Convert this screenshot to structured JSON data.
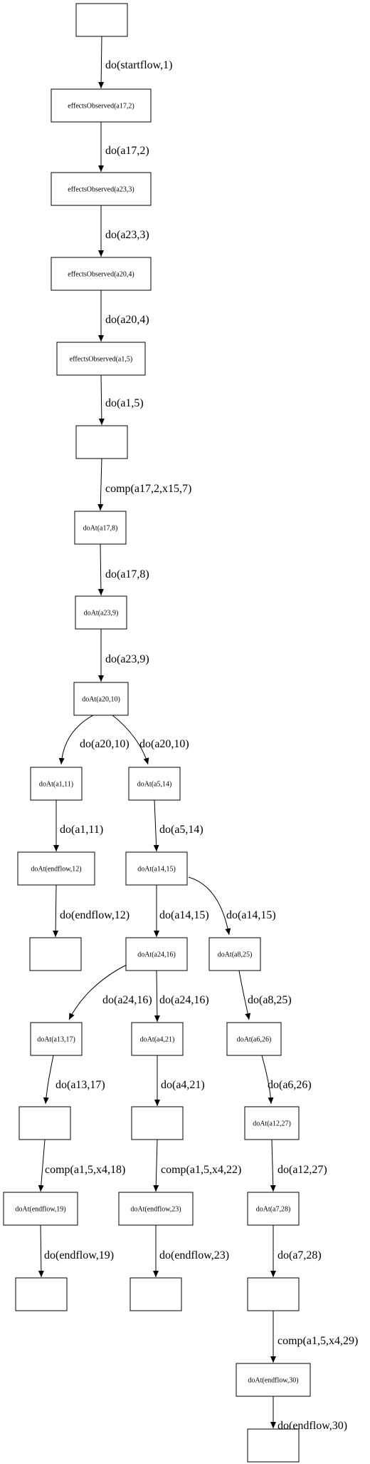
{
  "nodes": [
    {
      "id": "n0",
      "label": ""
    },
    {
      "id": "n1",
      "label": "effectsObserved(a17,2)"
    },
    {
      "id": "n2",
      "label": "effectsObserved(a23,3)"
    },
    {
      "id": "n3",
      "label": "effectsObserved(a20,4)"
    },
    {
      "id": "n4",
      "label": "effectsObserved(a1,5)"
    },
    {
      "id": "n5",
      "label": ""
    },
    {
      "id": "n6",
      "label": "doAt(a17,8)"
    },
    {
      "id": "n7",
      "label": "doAt(a23,9)"
    },
    {
      "id": "n8",
      "label": "doAt(a20,10)"
    },
    {
      "id": "n9",
      "label": "doAt(a1,11)"
    },
    {
      "id": "n10",
      "label": "doAt(a5,14)"
    },
    {
      "id": "n11",
      "label": "doAt(endflow,12)"
    },
    {
      "id": "n12",
      "label": "doAt(a14,15)"
    },
    {
      "id": "n13",
      "label": ""
    },
    {
      "id": "n14",
      "label": "doAt(a24,16)"
    },
    {
      "id": "n15",
      "label": "doAt(a8,25)"
    },
    {
      "id": "n16",
      "label": "doAt(a13,17)"
    },
    {
      "id": "n17",
      "label": "doAt(a4,21)"
    },
    {
      "id": "n18",
      "label": "doAt(a6,26)"
    },
    {
      "id": "n19",
      "label": ""
    },
    {
      "id": "n20",
      "label": ""
    },
    {
      "id": "n21",
      "label": "doAt(a12,27)"
    },
    {
      "id": "n22",
      "label": "doAt(endflow,19)"
    },
    {
      "id": "n23",
      "label": "doAt(endflow,23)"
    },
    {
      "id": "n24",
      "label": "doAt(a7,28)"
    },
    {
      "id": "n25",
      "label": ""
    },
    {
      "id": "n26",
      "label": ""
    },
    {
      "id": "n27",
      "label": ""
    },
    {
      "id": "n28",
      "label": "doAt(endflow,30)"
    },
    {
      "id": "n29",
      "label": ""
    }
  ],
  "edges": [
    {
      "from": "n0",
      "to": "n1",
      "label": "do(startflow,1)"
    },
    {
      "from": "n1",
      "to": "n2",
      "label": "do(a17,2)"
    },
    {
      "from": "n2",
      "to": "n3",
      "label": "do(a23,3)"
    },
    {
      "from": "n3",
      "to": "n4",
      "label": "do(a20,4)"
    },
    {
      "from": "n4",
      "to": "n5",
      "label": "do(a1,5)"
    },
    {
      "from": "n5",
      "to": "n6",
      "label": "comp(a17,2,x15,7)"
    },
    {
      "from": "n6",
      "to": "n7",
      "label": "do(a17,8)"
    },
    {
      "from": "n7",
      "to": "n8",
      "label": "do(a23,9)"
    },
    {
      "from": "n8",
      "to": "n9",
      "label": "do(a20,10)"
    },
    {
      "from": "n8",
      "to": "n10",
      "label": "do(a20,10)"
    },
    {
      "from": "n9",
      "to": "n11",
      "label": "do(a1,11)"
    },
    {
      "from": "n10",
      "to": "n12",
      "label": "do(a5,14)"
    },
    {
      "from": "n11",
      "to": "n13",
      "label": "do(endflow,12)"
    },
    {
      "from": "n12",
      "to": "n14",
      "label": "do(a14,15)"
    },
    {
      "from": "n12",
      "to": "n15",
      "label": "do(a14,15)"
    },
    {
      "from": "n14",
      "to": "n16",
      "label": "do(a24,16)"
    },
    {
      "from": "n14",
      "to": "n17",
      "label": "do(a24,16)"
    },
    {
      "from": "n15",
      "to": "n18",
      "label": "do(a8,25)"
    },
    {
      "from": "n16",
      "to": "n19",
      "label": "do(a13,17)"
    },
    {
      "from": "n17",
      "to": "n20",
      "label": "do(a4,21)"
    },
    {
      "from": "n18",
      "to": "n21",
      "label": "do(a6,26)"
    },
    {
      "from": "n19",
      "to": "n22",
      "label": "comp(a1,5,x4,18)"
    },
    {
      "from": "n20",
      "to": "n23",
      "label": "comp(a1,5,x4,22)"
    },
    {
      "from": "n21",
      "to": "n24",
      "label": "do(a12,27)"
    },
    {
      "from": "n22",
      "to": "n25",
      "label": "do(endflow,19)"
    },
    {
      "from": "n23",
      "to": "n26",
      "label": "do(endflow,23)"
    },
    {
      "from": "n24",
      "to": "n27",
      "label": "do(a7,28)"
    },
    {
      "from": "n27",
      "to": "n28",
      "label": "comp(a1,5,x4,29)"
    },
    {
      "from": "n28",
      "to": "n29",
      "label": "do(endflow,30)"
    }
  ]
}
